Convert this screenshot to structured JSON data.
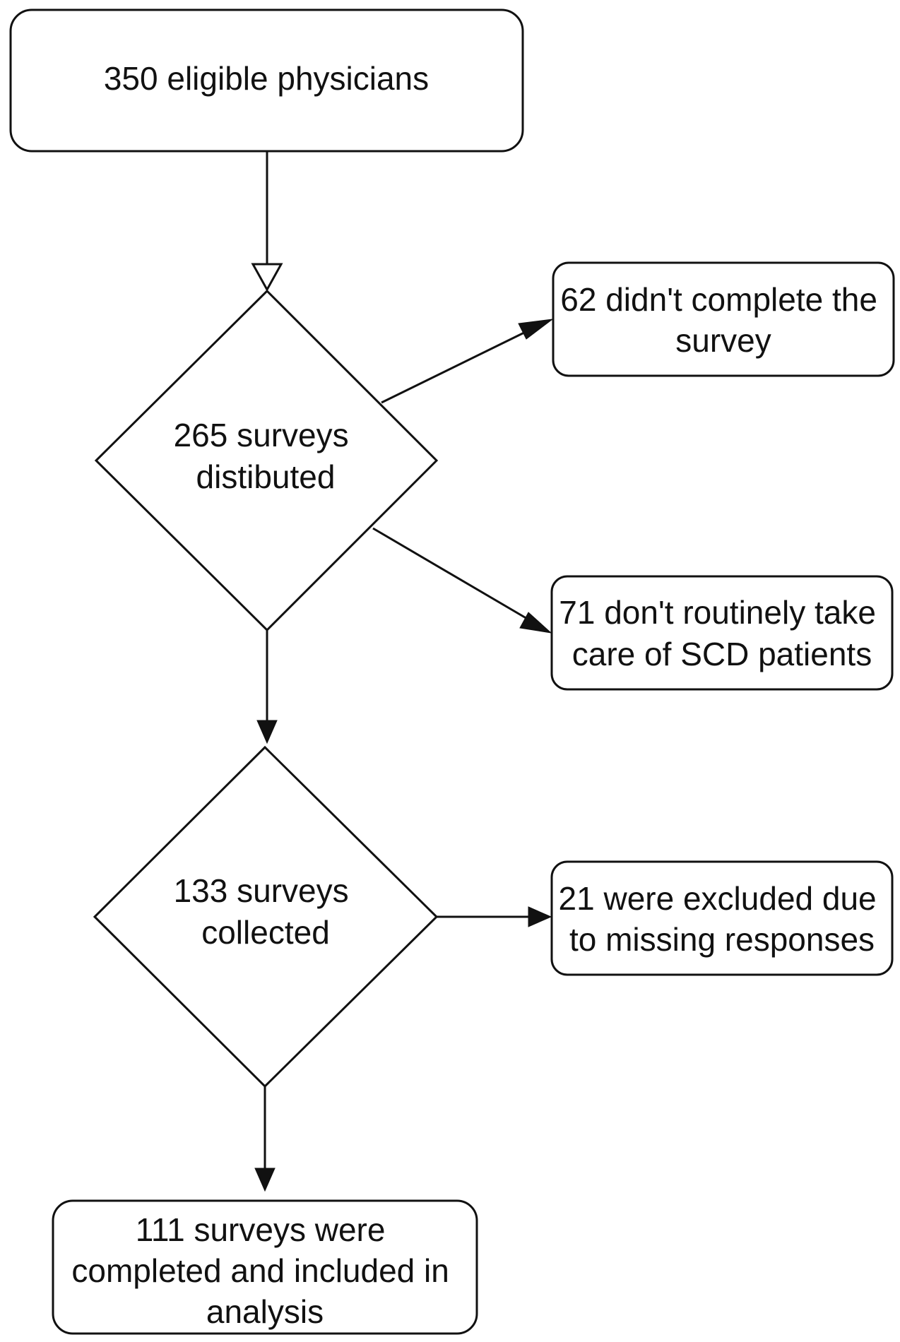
{
  "nodes": {
    "eligible": {
      "lines": [
        "350 eligible physicians"
      ]
    },
    "distributed": {
      "lines": [
        "265 surveys",
        "distibuted"
      ]
    },
    "not_completed": {
      "lines": [
        "62 didn't complete the",
        "survey"
      ]
    },
    "not_routine": {
      "lines": [
        "71 don't routinely take",
        "care of SCD patients"
      ]
    },
    "collected": {
      "lines": [
        "133 surveys",
        "collected"
      ]
    },
    "excluded": {
      "lines": [
        "21 were excluded due",
        "to missing responses"
      ]
    },
    "completed": {
      "lines": [
        "111 surveys were",
        "completed and included in",
        "analysis"
      ]
    }
  },
  "colors": {
    "stroke": "#111111",
    "background": "#ffffff"
  }
}
